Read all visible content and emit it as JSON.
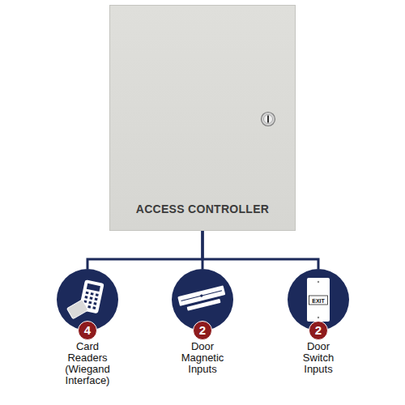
{
  "diagram": {
    "nodes": [
      {
        "text": [
          "ACCESS CONTROLLER"
        ]
      },
      {
        "text": [
          "4",
          "Card Readers (Wiegand Interface)"
        ]
      },
      {
        "text": [
          "2",
          "Door Magnetic Inputs"
        ]
      },
      {
        "text": [
          "2",
          "Door Switch Inputs"
        ]
      }
    ],
    "edges": [
      {
        "from": 0,
        "to": 1,
        "arrow": "none"
      },
      {
        "from": 0,
        "to": 2,
        "arrow": "none"
      },
      {
        "from": 0,
        "to": 3,
        "arrow": "none"
      }
    ],
    "labels": [
      "EXIT"
    ]
  }
}
